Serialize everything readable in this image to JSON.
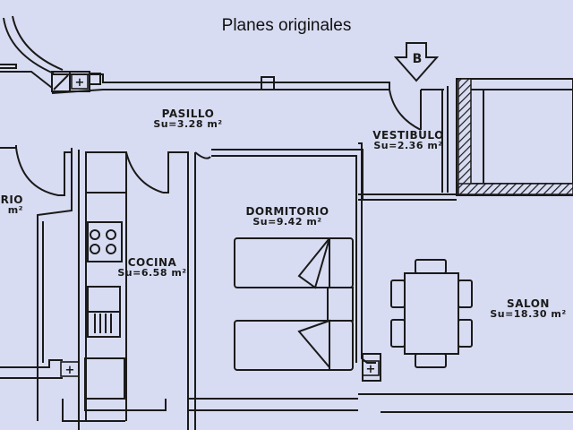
{
  "title": "Planes originales",
  "marker": {
    "letter": "B",
    "shape": "down-arrow"
  },
  "colors": {
    "background": "#d8dcf2",
    "lines": "#1a1a1a",
    "hatch": "#1a1a1a"
  },
  "rooms": [
    {
      "id": "pasillo",
      "name": "PASILLO",
      "area": "Su=3.28 m²"
    },
    {
      "id": "vestibulo",
      "name": "VESTIBULO",
      "area": "Su=2.36 m²"
    },
    {
      "id": "dormitorio",
      "name": "DORMITORIO",
      "area": "Su=9.42 m²"
    },
    {
      "id": "cocina",
      "name": "COCINA",
      "area": "Su=6.58 m²"
    },
    {
      "id": "salon",
      "name": "SALON",
      "area": "Su=18.30 m²"
    },
    {
      "id": "dormitorio-partial",
      "name": "RIO",
      "area": "m²"
    }
  ],
  "fixtures": [
    {
      "type": "electrical-panel",
      "symbol": "+"
    },
    {
      "type": "electrical-panel",
      "symbol": "+"
    },
    {
      "type": "electrical-panel",
      "symbol": "+"
    }
  ]
}
